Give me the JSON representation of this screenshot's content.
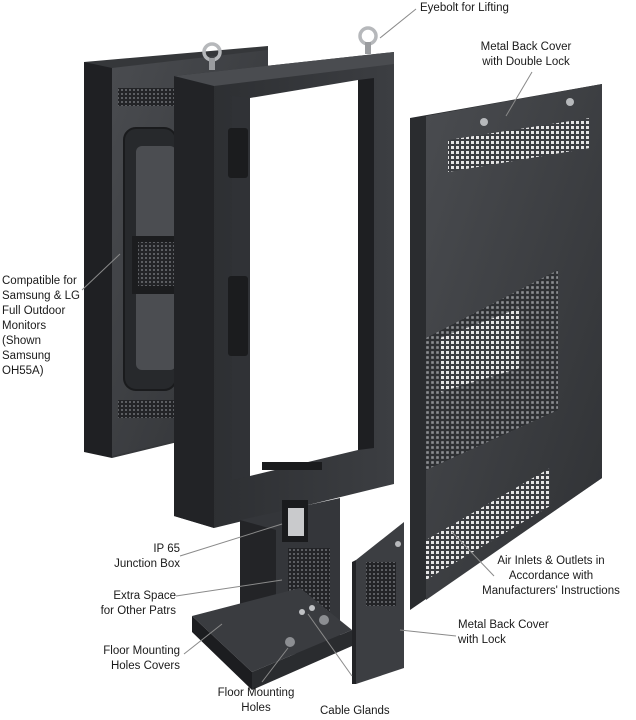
{
  "labels": {
    "eyebolt": "Eyebolt for Lifting",
    "back_cover_double": "Metal Back Cover\nwith Double Lock",
    "compatible": "Compatible for\nSamsung & LG\nFull Outdoor\nMonitors\n(Shown\nSamsung\nOH55A)",
    "junction": "IP 65\nJunction Box",
    "extra_space": "Extra Space\nfor Other Patrs",
    "floor_covers": "Floor Mounting\nHoles Covers",
    "floor_holes": "Floor Mounting\nHoles",
    "cable_glands": "Cable Glands",
    "air": "Air Inlets & Outlets in\nAccordance with\nManufacturers' Instructions",
    "back_cover_lock": "Metal Back Cover\nwith Lock"
  },
  "colors": {
    "metal_dark": "#2b2d30",
    "metal_mid": "#3f4145",
    "metal_light": "#5a5c60",
    "leader": "#8a8a8a"
  }
}
